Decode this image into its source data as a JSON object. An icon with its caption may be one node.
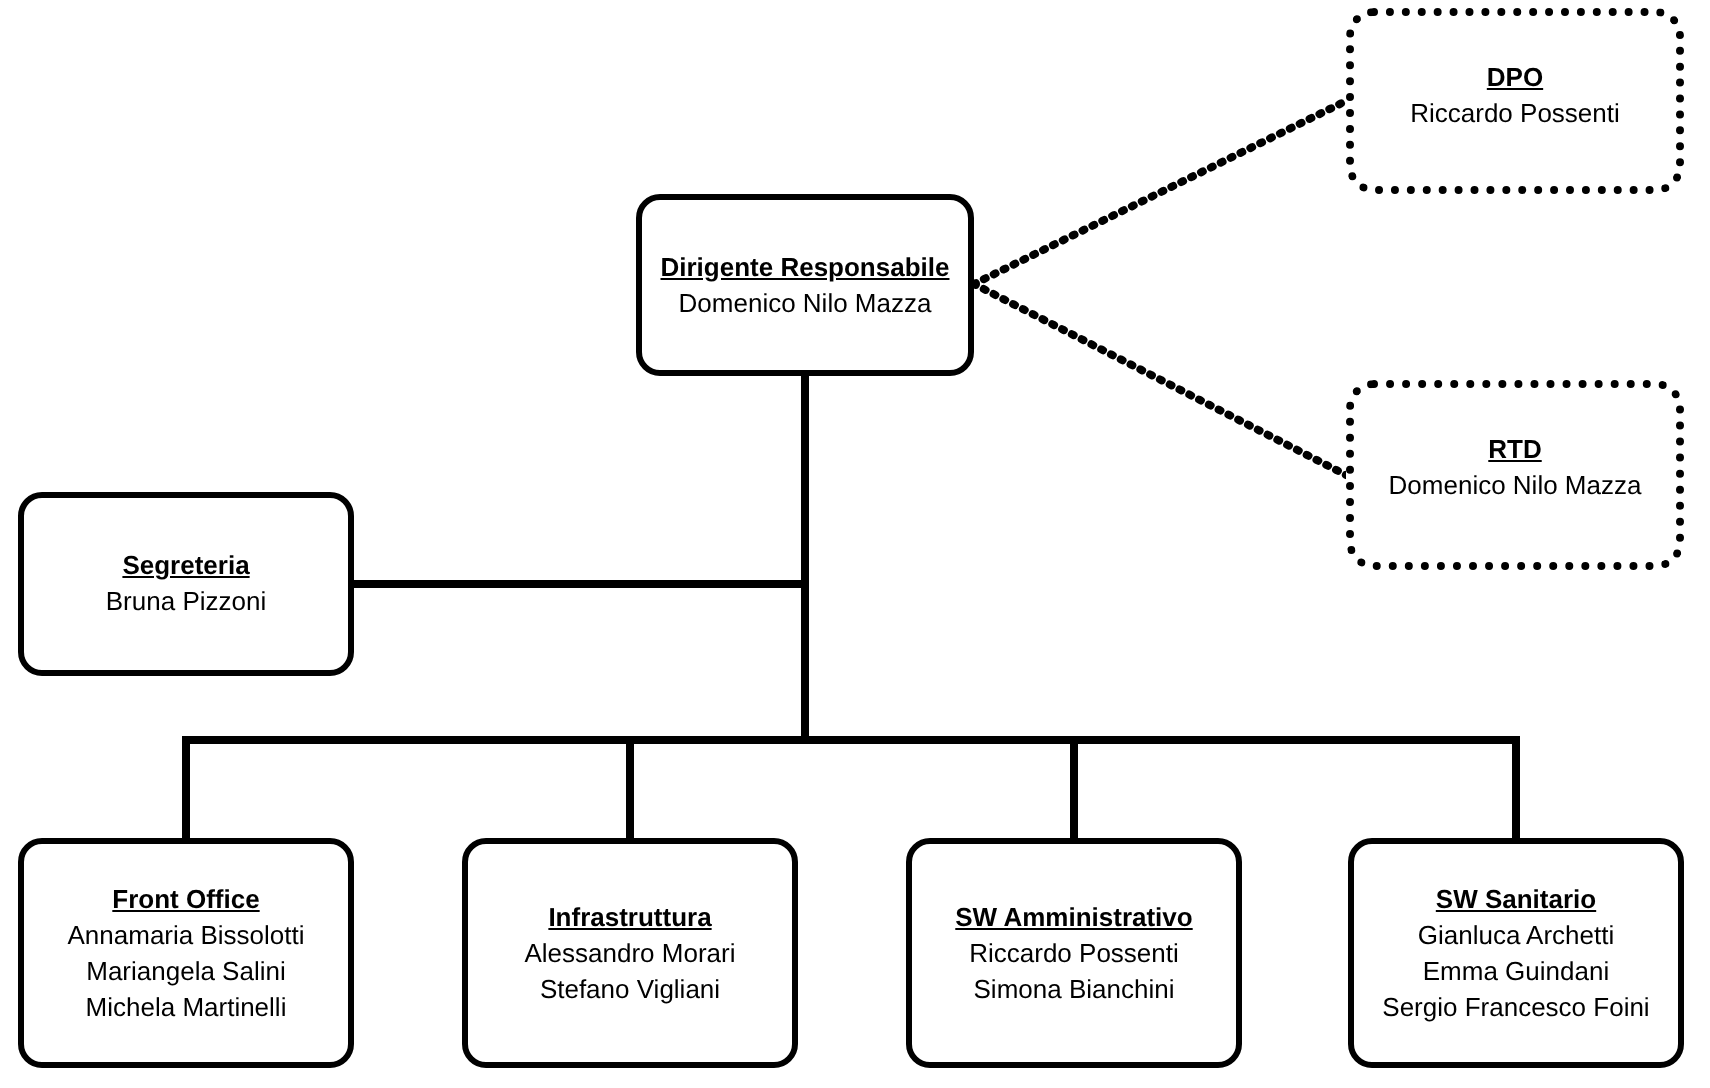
{
  "diagram": {
    "nodes": [
      {
        "text": [
          "Dirigente Responsabile",
          "Domenico Nilo Mazza"
        ]
      },
      {
        "text": [
          "DPO",
          "Riccardo Possenti"
        ]
      },
      {
        "text": [
          "RTD",
          "Domenico Nilo Mazza"
        ]
      },
      {
        "text": [
          "Segreteria",
          "Bruna Pizzoni"
        ]
      },
      {
        "text": [
          "Front Office",
          "Annamaria Bissolotti",
          "Mariangela Salini",
          "Michela Martinelli"
        ]
      },
      {
        "text": [
          "Infrastruttura",
          "Alessandro Morari",
          "Stefano Vigliani"
        ]
      },
      {
        "text": [
          "SW Amministrativo",
          "Riccardo Possenti",
          "Simona Bianchini"
        ]
      },
      {
        "text": [
          "SW Sanitario",
          "Gianluca Archetti",
          "Emma Guindani",
          "Sergio Francesco Foini"
        ]
      }
    ],
    "edges": [
      {
        "from": 0,
        "to": 1,
        "arrow": "none",
        "style": "dashed"
      },
      {
        "from": 0,
        "to": 2,
        "arrow": "none",
        "style": "dashed"
      },
      {
        "from": 0,
        "to": 3,
        "arrow": "none"
      },
      {
        "from": 0,
        "to": 4,
        "arrow": "none"
      },
      {
        "from": 0,
        "to": 5,
        "arrow": "none"
      },
      {
        "from": 0,
        "to": 6,
        "arrow": "none"
      },
      {
        "from": 0,
        "to": 7,
        "arrow": "none"
      }
    ]
  }
}
